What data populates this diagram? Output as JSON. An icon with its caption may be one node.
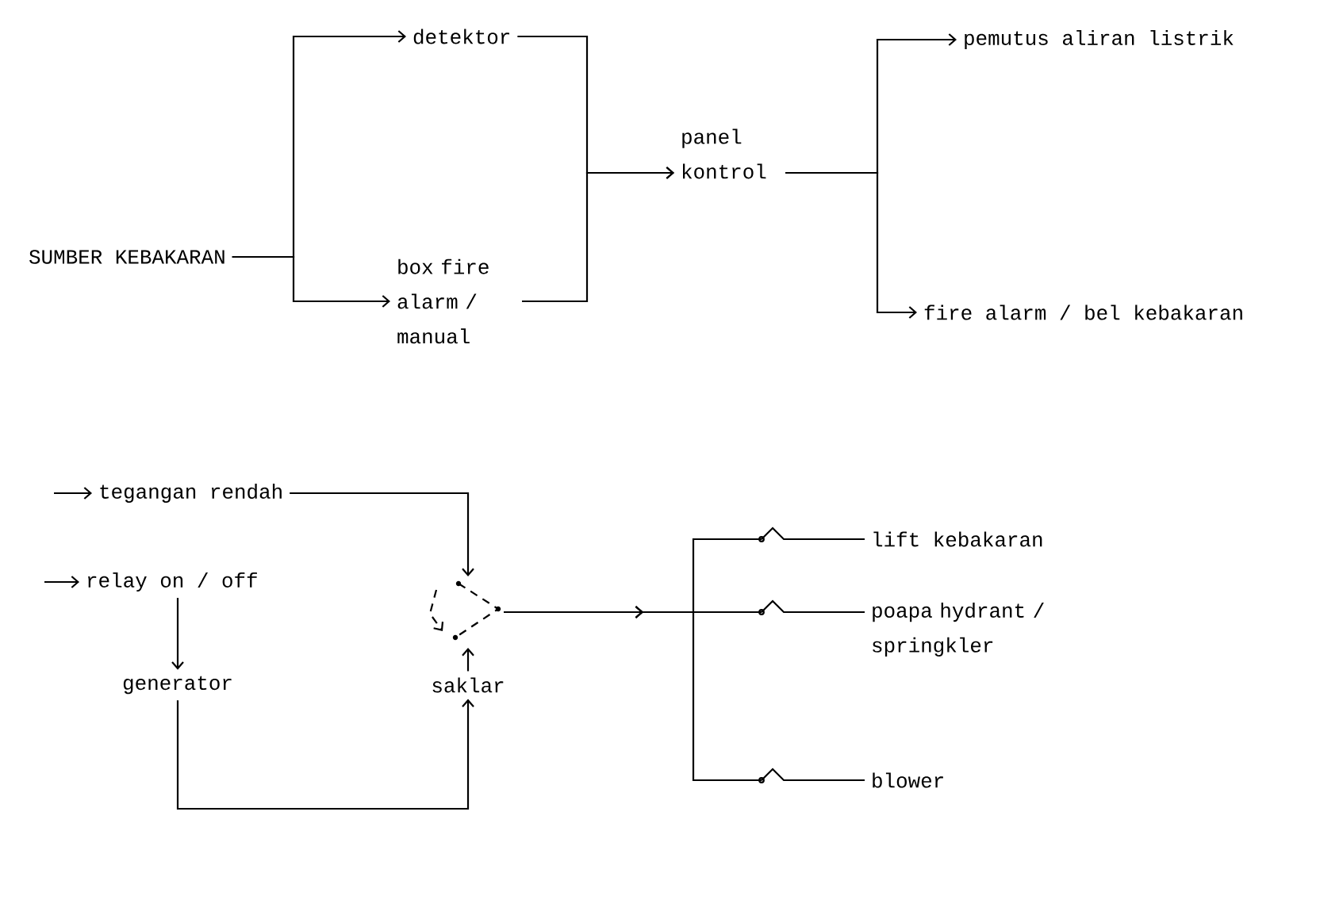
{
  "diagram": {
    "nodes": [
      {
        "text": [
          "SUMBER KEBAKARAN"
        ]
      },
      {
        "text": [
          "detektor"
        ]
      },
      {
        "text": [
          "box fire alarm / manual"
        ]
      },
      {
        "text": [
          "panel kontrol"
        ]
      },
      {
        "text": [
          "pemutus aliran listrik"
        ]
      },
      {
        "text": [
          "fire alarm / bel kebakaran"
        ]
      },
      {
        "text": [
          "tegangan rendah"
        ]
      },
      {
        "text": [
          "relay on / off"
        ]
      },
      {
        "text": [
          "generator"
        ]
      },
      {
        "text": [
          "saklar"
        ]
      },
      {
        "text": [],
        "shape": "circle"
      },
      {
        "text": [
          "lift kebakaran"
        ]
      },
      {
        "text": [
          "poapa hydrant / springkler"
        ]
      },
      {
        "text": [
          "blower"
        ]
      }
    ],
    "edges": [
      {
        "from": 0,
        "to": 1,
        "arrow": "to"
      },
      {
        "from": 0,
        "to": 2,
        "arrow": "to"
      },
      {
        "from": 1,
        "to": 3,
        "arrow": "to"
      },
      {
        "from": 2,
        "to": 3,
        "arrow": "to"
      },
      {
        "from": 3,
        "to": 4,
        "arrow": "to"
      },
      {
        "from": 3,
        "to": 5,
        "arrow": "to"
      },
      {
        "from": null,
        "to": 6,
        "arrow": "to"
      },
      {
        "from": null,
        "to": 7,
        "arrow": "to"
      },
      {
        "from": 7,
        "to": 8,
        "arrow": "to"
      },
      {
        "from": 6,
        "to": 10,
        "arrow": "to"
      },
      {
        "from": 8,
        "to": 9,
        "arrow": "to"
      },
      {
        "from": 9,
        "to": 10,
        "arrow": "to"
      },
      {
        "from": 10,
        "to": 11,
        "arrow": "to"
      },
      {
        "from": 10,
        "to": 12,
        "arrow": "to"
      },
      {
        "from": 10,
        "to": 13,
        "arrow": "to"
      }
    ]
  }
}
